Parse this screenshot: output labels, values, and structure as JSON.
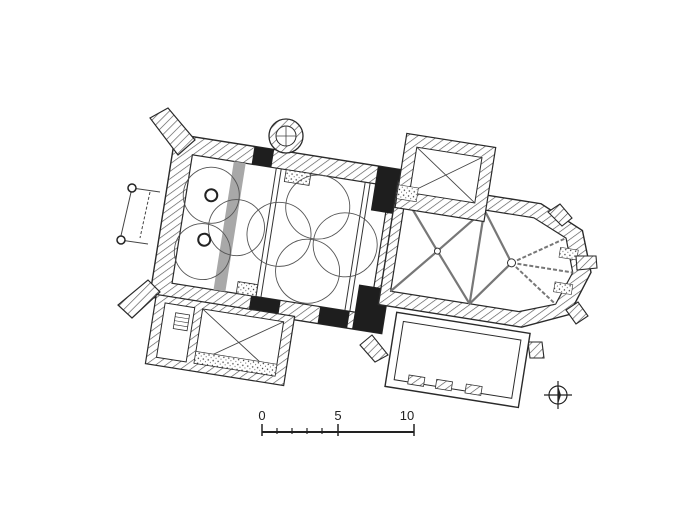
{
  "scale_bar": {
    "labels": [
      "0",
      "5",
      "10"
    ]
  },
  "icons": {
    "north": "north-arrow-icon"
  },
  "colors": {
    "wall_fill": "#ffffff",
    "wall_stroke": "#2a2a2a",
    "hatch": "#555555",
    "solid_wall": "#1e1e1e",
    "grey_wall": "#a8a8a8",
    "stipple": "#3a3a3a"
  }
}
